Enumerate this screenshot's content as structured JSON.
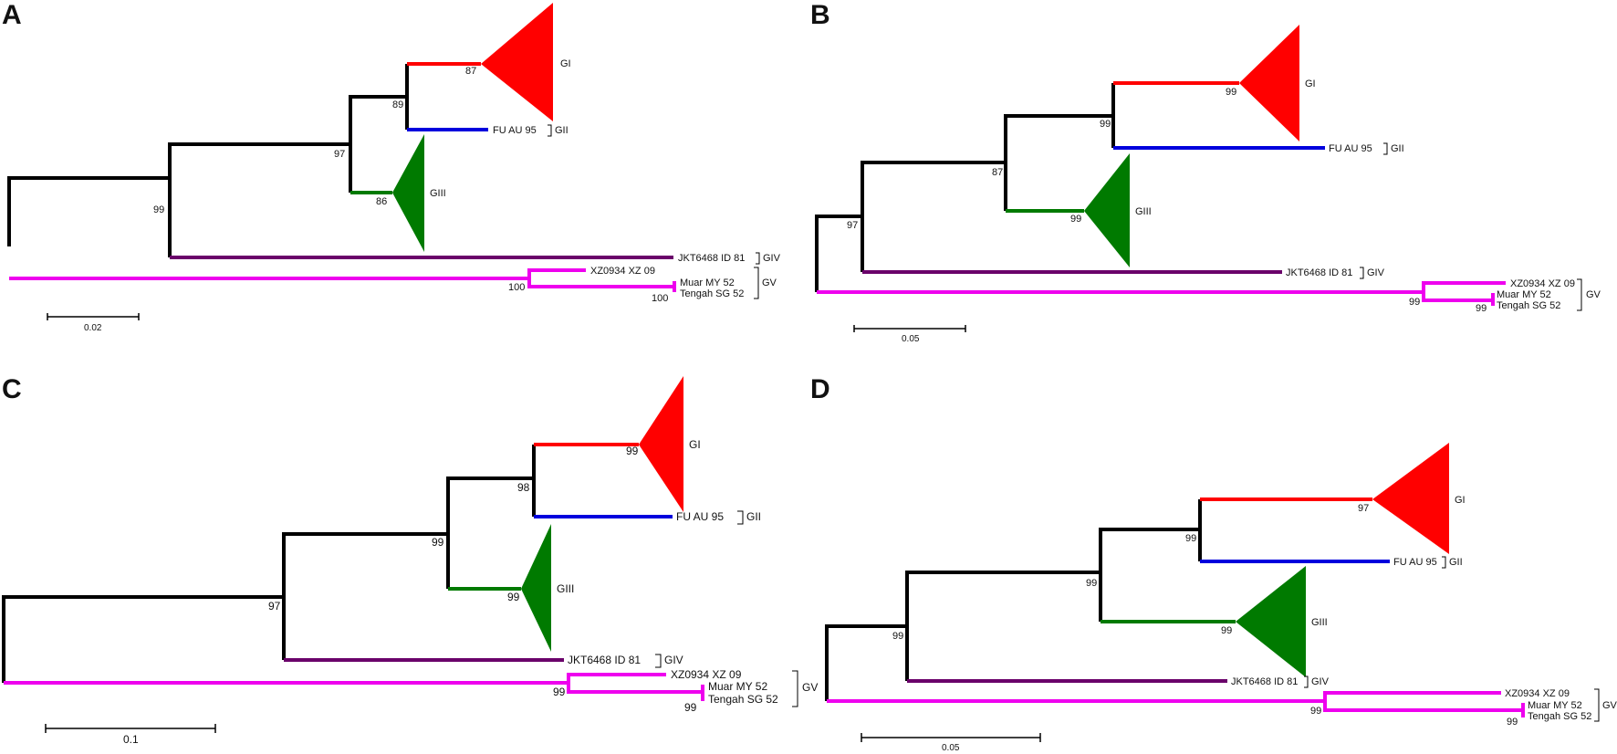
{
  "panels": [
    {
      "letter": "A",
      "taxa": {
        "fu": "FU AU 95",
        "jkt": "JKT6468 ID 81",
        "xz": "XZ0934 XZ 09",
        "muar": "Muar MY 52",
        "tengah": "Tengah SG 52"
      },
      "genotypes": {
        "gi": "GI",
        "gii": "GII",
        "giii": "GIII",
        "giv": "GIV",
        "gv": "GV"
      },
      "bootstrap": {
        "root": "99",
        "node97": "97",
        "node89": "89",
        "gi": "87",
        "giii": "86",
        "gv": "100",
        "muar_tengah": "100"
      },
      "scale": "0.02"
    },
    {
      "letter": "B",
      "taxa": {
        "fu": "FU AU 95",
        "jkt": "JKT6468 ID 81",
        "xz": "XZ0934 XZ 09",
        "muar": "Muar MY 52",
        "tengah": "Tengah SG 52"
      },
      "genotypes": {
        "gi": "GI",
        "gii": "GII",
        "giii": "GIII",
        "giv": "GIV",
        "gv": "GV"
      },
      "bootstrap": {
        "root": "97",
        "node87": "87",
        "node99": "99",
        "gi": "99",
        "giii": "99",
        "gv": "99",
        "muar_tengah": "99"
      },
      "scale": "0.05"
    },
    {
      "letter": "C",
      "taxa": {
        "fu": "FU AU 95",
        "jkt": "JKT6468 ID 81",
        "xz": "XZ0934 XZ 09",
        "muar": "Muar MY 52",
        "tengah": "Tengah SG 52"
      },
      "genotypes": {
        "gi": "GI",
        "gii": "GII",
        "giii": "GIII",
        "giv": "GIV",
        "gv": "GV"
      },
      "bootstrap": {
        "root": "97",
        "node99": "99",
        "node98": "98",
        "gi": "99",
        "giii": "99",
        "gv": "99",
        "muar_tengah": "99"
      },
      "scale": "0.1"
    },
    {
      "letter": "D",
      "taxa": {
        "fu": "FU AU 95",
        "jkt": "JKT6468 ID 81",
        "xz": "XZ0934 XZ 09",
        "muar": "Muar MY 52",
        "tengah": "Tengah SG 52"
      },
      "genotypes": {
        "gi": "GI",
        "gii": "GII",
        "giii": "GIII",
        "giv": "GIV",
        "gv": "GV"
      },
      "bootstrap": {
        "root": "99",
        "node99a": "99",
        "node99b": "99",
        "gi": "97",
        "giii": "99",
        "gv": "99",
        "muar_tengah": "99"
      },
      "scale": "0.05"
    }
  ],
  "colors": {
    "backbone": "#000000",
    "gi": "#ff0000",
    "gii": "#0000dd",
    "giii": "#007a00",
    "giv": "#6a006a",
    "gv": "#ee00ee"
  }
}
